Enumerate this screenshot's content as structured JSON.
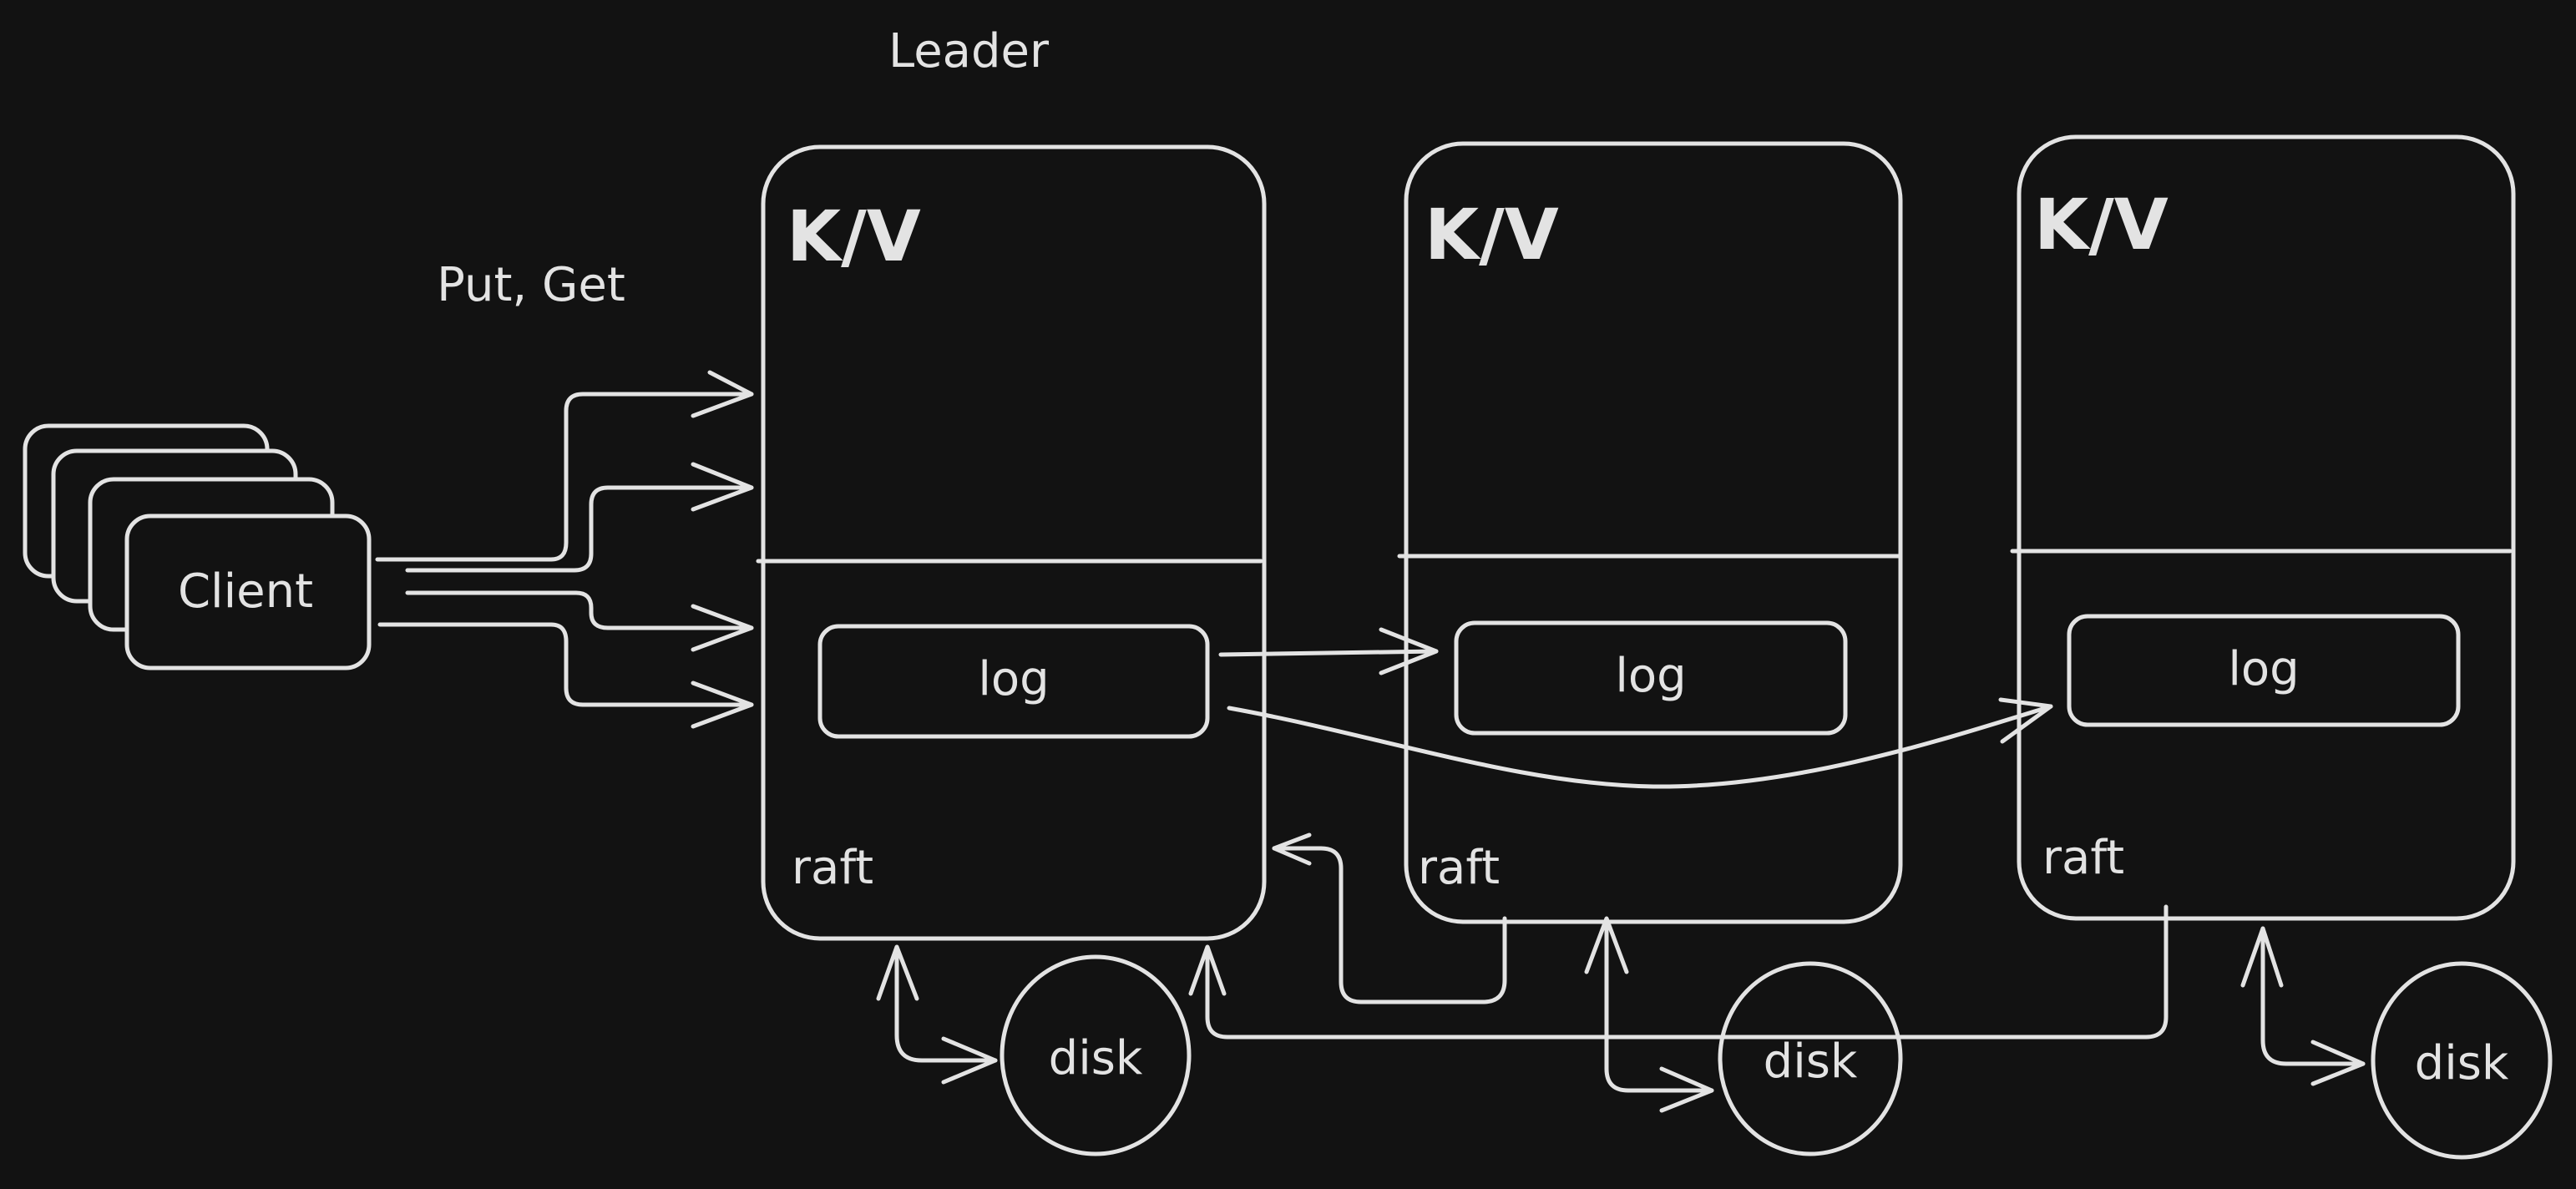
{
  "leader_label": "Leader",
  "request_label": "Put, Get",
  "client_label": "Client",
  "nodes": [
    {
      "store_label": "K/V",
      "log_label": "log",
      "consensus_label": "raft",
      "disk_label": "disk"
    },
    {
      "store_label": "K/V",
      "log_label": "log",
      "consensus_label": "raft",
      "disk_label": "disk"
    },
    {
      "store_label": "K/V",
      "log_label": "log",
      "consensus_label": "raft",
      "disk_label": "disk"
    }
  ],
  "colors": {
    "background": "#121212",
    "stroke": "#e3e3e3"
  }
}
